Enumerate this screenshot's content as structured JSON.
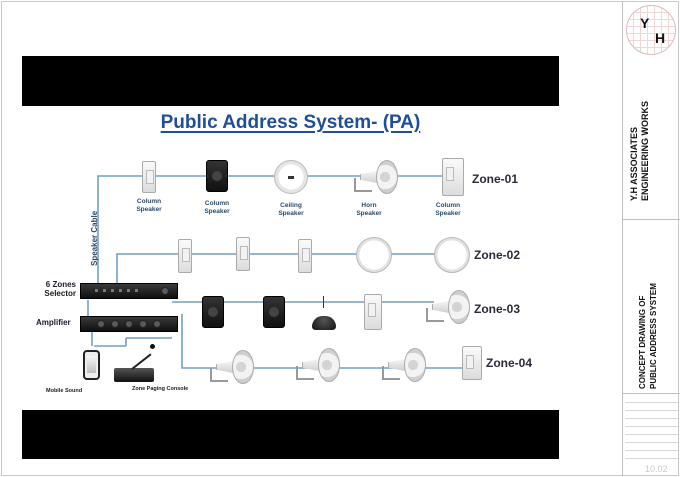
{
  "diagram": {
    "title": "Public Address System- (PA)",
    "speaker_cable_label": "Speaker Cable",
    "zones": [
      "Zone-01",
      "Zone-02",
      "Zone-03",
      "Zone-04"
    ],
    "zone1_labels": [
      {
        "text": "Column\nSpeaker"
      },
      {
        "text": "Column\nSpeaker"
      },
      {
        "text": "Ceiling\nSpeaker"
      },
      {
        "text": "Horn\nSpeaker"
      },
      {
        "text": "Column\nSpeaker"
      }
    ],
    "selector_label": "6 Zones\nSelector",
    "amplifier_label": "Amplifier",
    "mobile_label": "Mobile Sound",
    "console_label": "Zone Paging Console",
    "line_color": "#6fa0c8"
  },
  "title_block": {
    "logo_letters": [
      "Y",
      "H"
    ],
    "company": "Y.H ASSOCIATES\nENGINEERING WORKS",
    "drawing_title": "CONCEPT DRAWING OF\nPUBLIC ADDRESS SYSTEM",
    "sheet_number": "10.02"
  }
}
